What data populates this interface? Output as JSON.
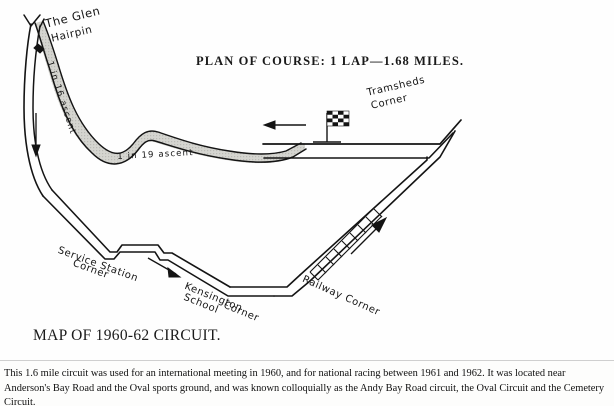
{
  "figure": {
    "plan_title": "PLAN OF COURSE: 1 LAP—1.68 MILES.",
    "map_title": "MAP OF 1960-62 CIRCUIT."
  },
  "labels": {
    "glen": "The Glen",
    "hairpin": "Hairpin",
    "ascent_16": "1 in 16 ascent",
    "ascent_19": "1 in 19 ascent",
    "tramsheds_line1": "Tramsheds",
    "tramsheds_line2": "Corner",
    "service_line1": "Service Station",
    "service_line2": "Corner",
    "kensington_line1": "Kensington",
    "kensington_line2": "School",
    "kensington_line3": "Corner",
    "railway": "Railway Corner"
  },
  "icons": {
    "start_finish": "checkered-flag-icon",
    "direction_left_straight": "arrow-down-icon",
    "direction_top_straight": "arrow-left-icon",
    "direction_bottom_straight": "arrow-right-icon",
    "direction_railway_straight": "arrow-up-right-icon"
  },
  "caption": {
    "text": "This 1.6 mile circuit was used for an international meeting in 1960, and for national racing between 1961 and 1962. It was located near Anderson's Bay Road and the Oval sports ground, and was known colloquially as the Andy Bay Road circuit, the Oval Circuit and the Cemetery Circuit."
  },
  "colors": {
    "ink": "#141414",
    "paper": "#fefefe",
    "road_fill": "#cfcfcb"
  }
}
